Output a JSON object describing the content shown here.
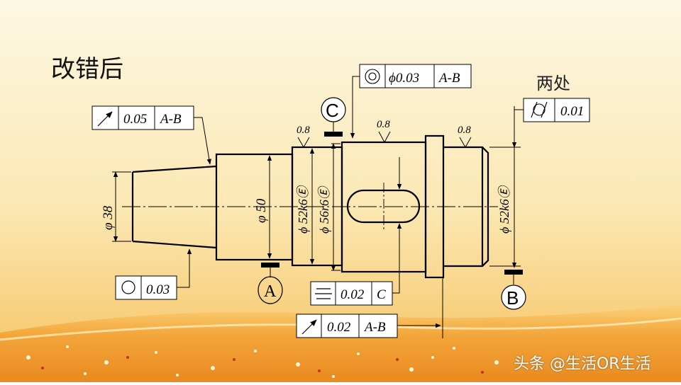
{
  "title": "改错后",
  "note_two_places": "两处",
  "watermark": "头条 @生活OR生活",
  "datums": {
    "a": "A",
    "b": "B",
    "c": "C"
  },
  "frames": {
    "runout_left": {
      "tol": "0.05",
      "ref": "A-B"
    },
    "roundness": {
      "tol": "0.03"
    },
    "concentricity": {
      "tol": "ϕ0.03",
      "ref": "A-B"
    },
    "cylindricity": {
      "tol": "0.01"
    },
    "symmetry": {
      "tol": "0.02",
      "ref": "C"
    },
    "runout_bottom": {
      "tol": "0.02",
      "ref": "A-B"
    }
  },
  "roughness": {
    "r1": "0.8",
    "r2": "0.8",
    "r3": "0.8"
  },
  "dims": {
    "d38": "φ 38",
    "d50": "φ 50",
    "d52_left": "ϕ 52k6Ⓔ",
    "d56": "ϕ 56r6Ⓔ",
    "d52_right": "ϕ 52k6Ⓔ"
  },
  "colors": {
    "line": "#000000",
    "sky_top": "#fdf7df",
    "ground": "#f2a93b"
  }
}
